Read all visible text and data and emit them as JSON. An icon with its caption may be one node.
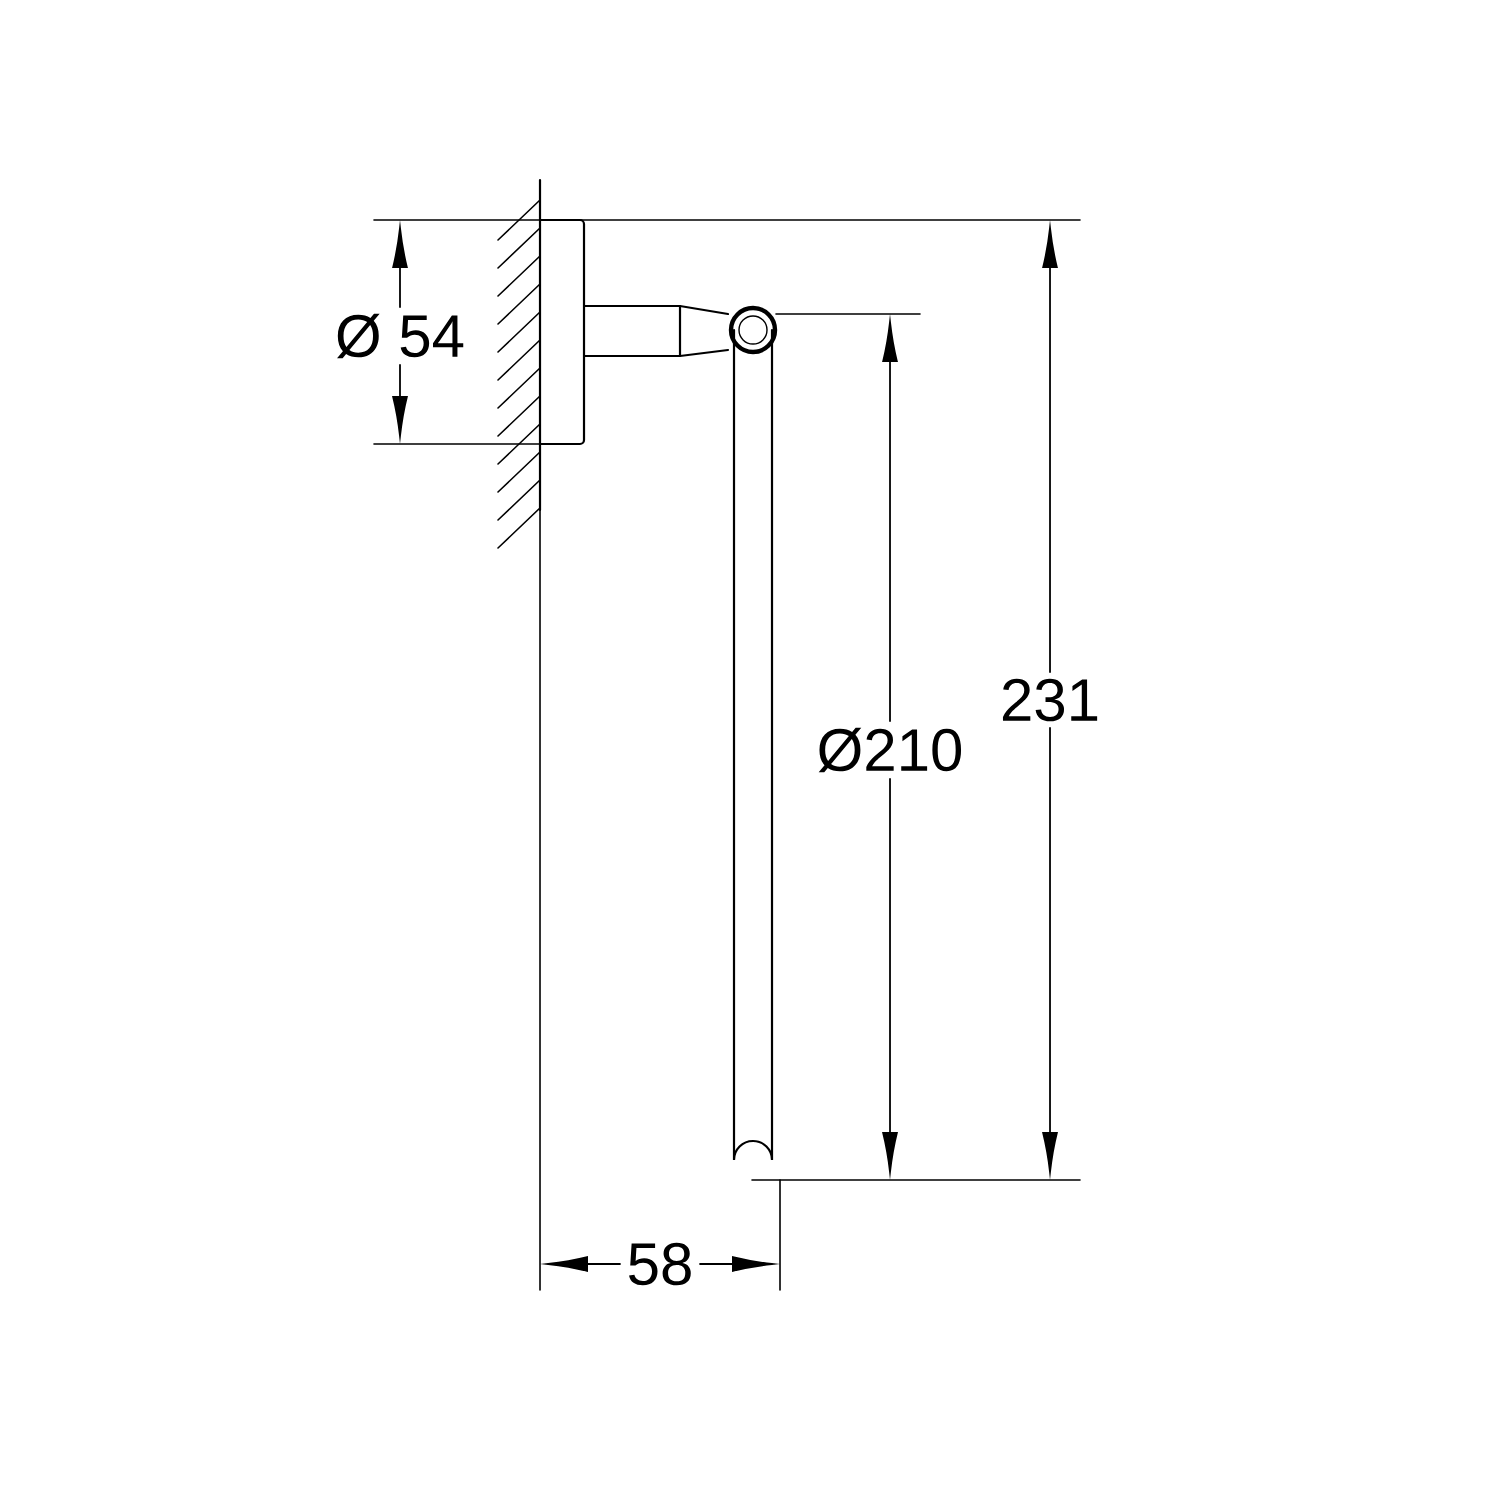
{
  "diagram": {
    "labels": [
      "Ø 54",
      "Ø210",
      "231",
      "58"
    ]
  }
}
